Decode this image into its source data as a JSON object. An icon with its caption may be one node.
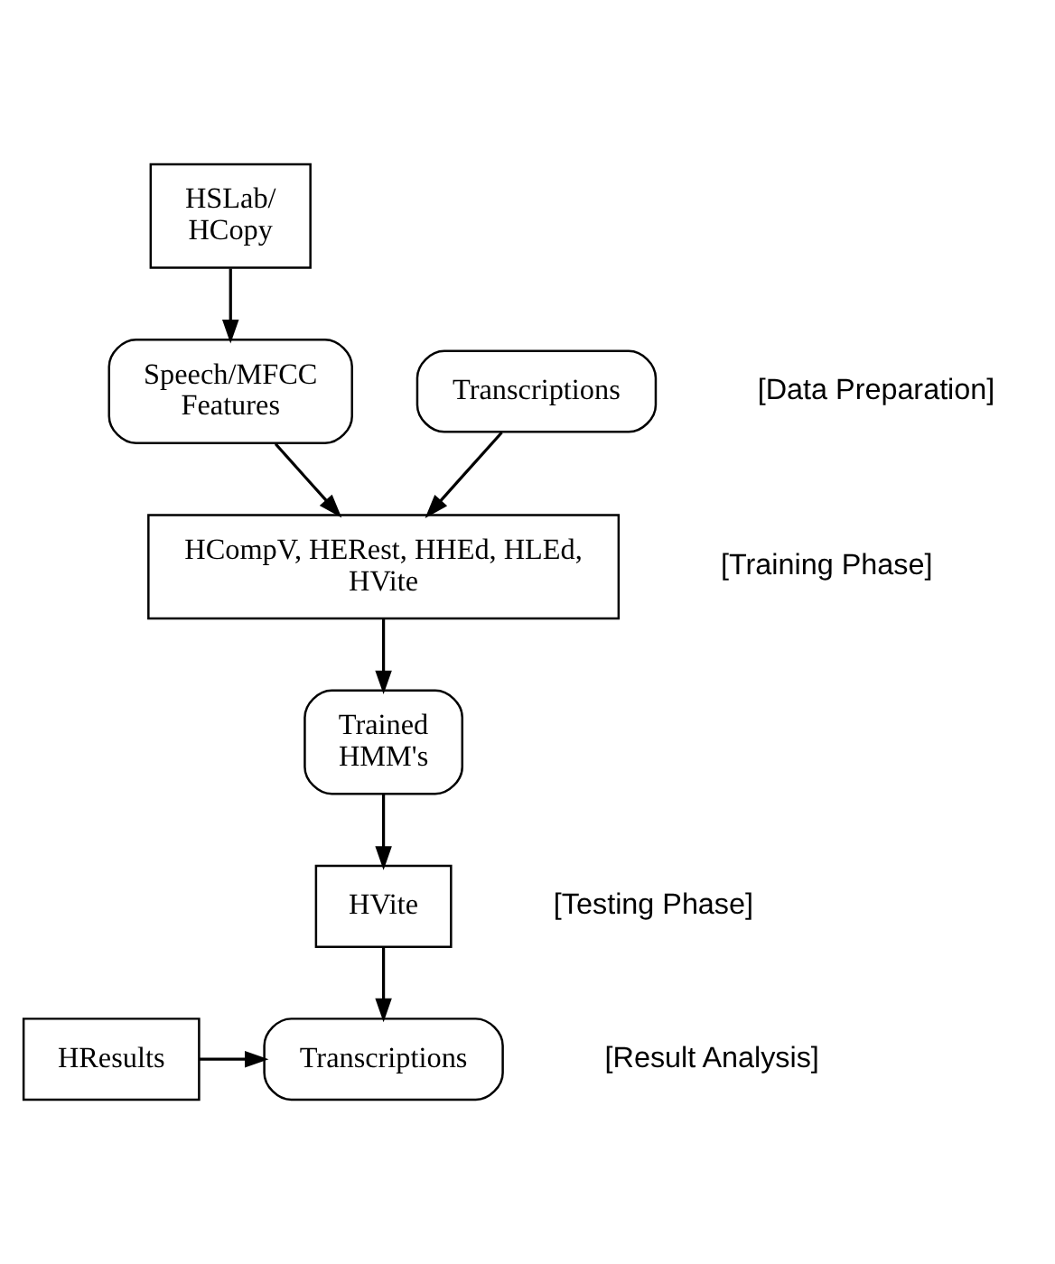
{
  "diagram": {
    "nodes": [
      {
        "text": [
          "HSLab/ HCopy"
        ]
      },
      {
        "text": [
          "Transcriptions"
        ]
      },
      {
        "text": [
          "Speech/MFCC Features"
        ]
      },
      {
        "text": [
          "HCompV, HERest, HHEd, HLEd, HVite"
        ]
      },
      {
        "text": [
          "Trained HMM's"
        ]
      },
      {
        "text": [
          "HVite"
        ]
      },
      {
        "text": [
          "Transcriptions"
        ]
      },
      {
        "text": [
          "HResults"
        ]
      }
    ],
    "edges": [
      {
        "from": 0,
        "to": 2,
        "arrow": "to"
      },
      {
        "from": 1,
        "to": 3,
        "arrow": "to"
      },
      {
        "from": 2,
        "to": 3,
        "arrow": "to"
      },
      {
        "from": 3,
        "to": 4,
        "arrow": "to"
      },
      {
        "from": 4,
        "to": 5,
        "arrow": "to"
      },
      {
        "from": 5,
        "to": 6,
        "arrow": "to"
      },
      {
        "from": 7,
        "to": 6,
        "arrow": "to"
      }
    ],
    "labels": [
      "[Data Preparation]",
      "[Training Phase]",
      "[Testing Phase]",
      "[Result Analysis]"
    ]
  }
}
